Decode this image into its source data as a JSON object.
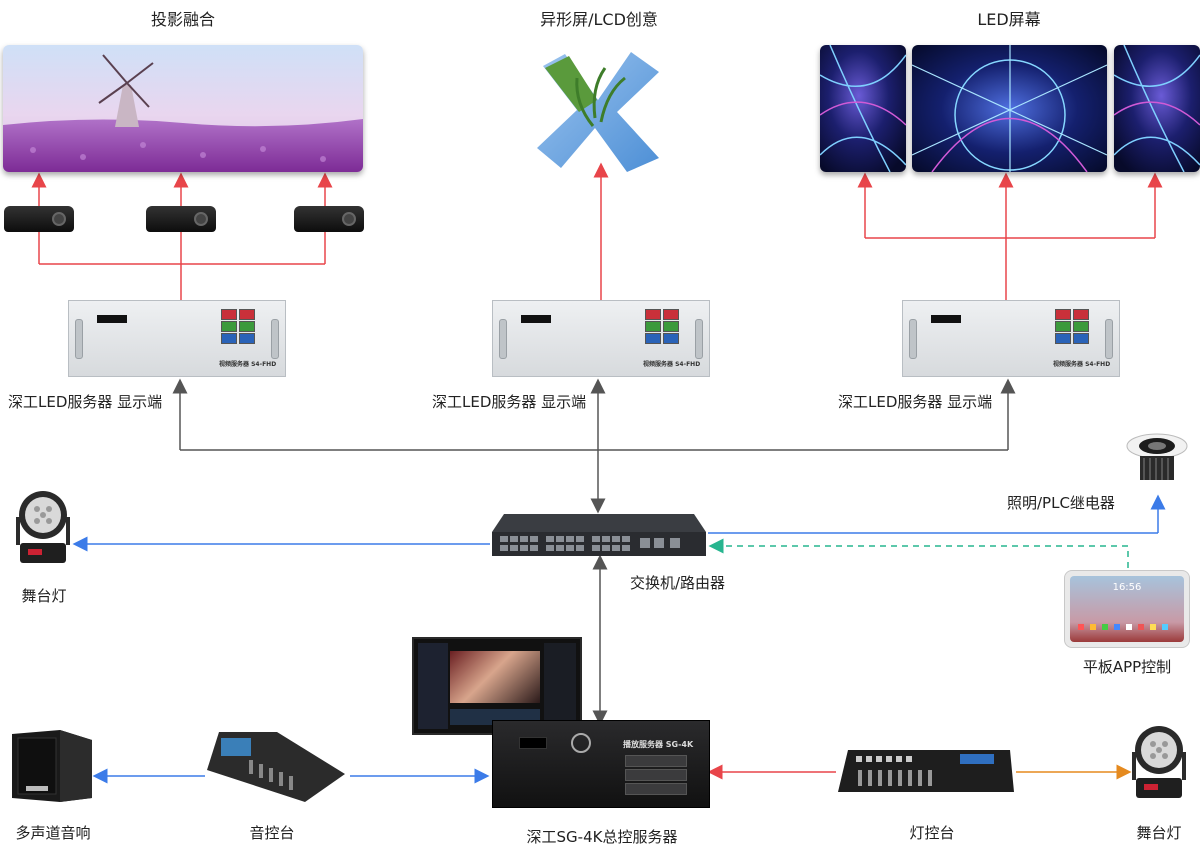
{
  "top_titles": {
    "projection": "投影融合",
    "special_screen": "异形屏/LCD创意",
    "led_screen": "LED屏幕"
  },
  "servers": {
    "left_label": "深工LED服务器 显示端",
    "mid_label": "深工LED服务器 显示端",
    "right_label": "深工LED服务器 显示端",
    "panel_text": "视频服务器 S4-FHD"
  },
  "network": {
    "switch_label": "交换机/路由器",
    "lighting_label": "照明/PLC继电器",
    "stage_light_left_label": "舞台灯",
    "tablet_label": "平板APP控制",
    "tablet_clock": "16:56"
  },
  "bottom": {
    "speaker_label": "多声道音响",
    "mixer_label": "音控台",
    "master_server_label": "深工SG-4K总控服务器",
    "master_panel_text": "播放服务器 SG-4K",
    "light_console_label": "灯控台",
    "stage_light_right_label": "舞台灯"
  },
  "colors": {
    "red_line": "#e8454a",
    "gray_line": "#555555",
    "blue_line": "#3b7be8",
    "teal_dashed": "#27b58f",
    "orange_line": "#e58a1f"
  }
}
